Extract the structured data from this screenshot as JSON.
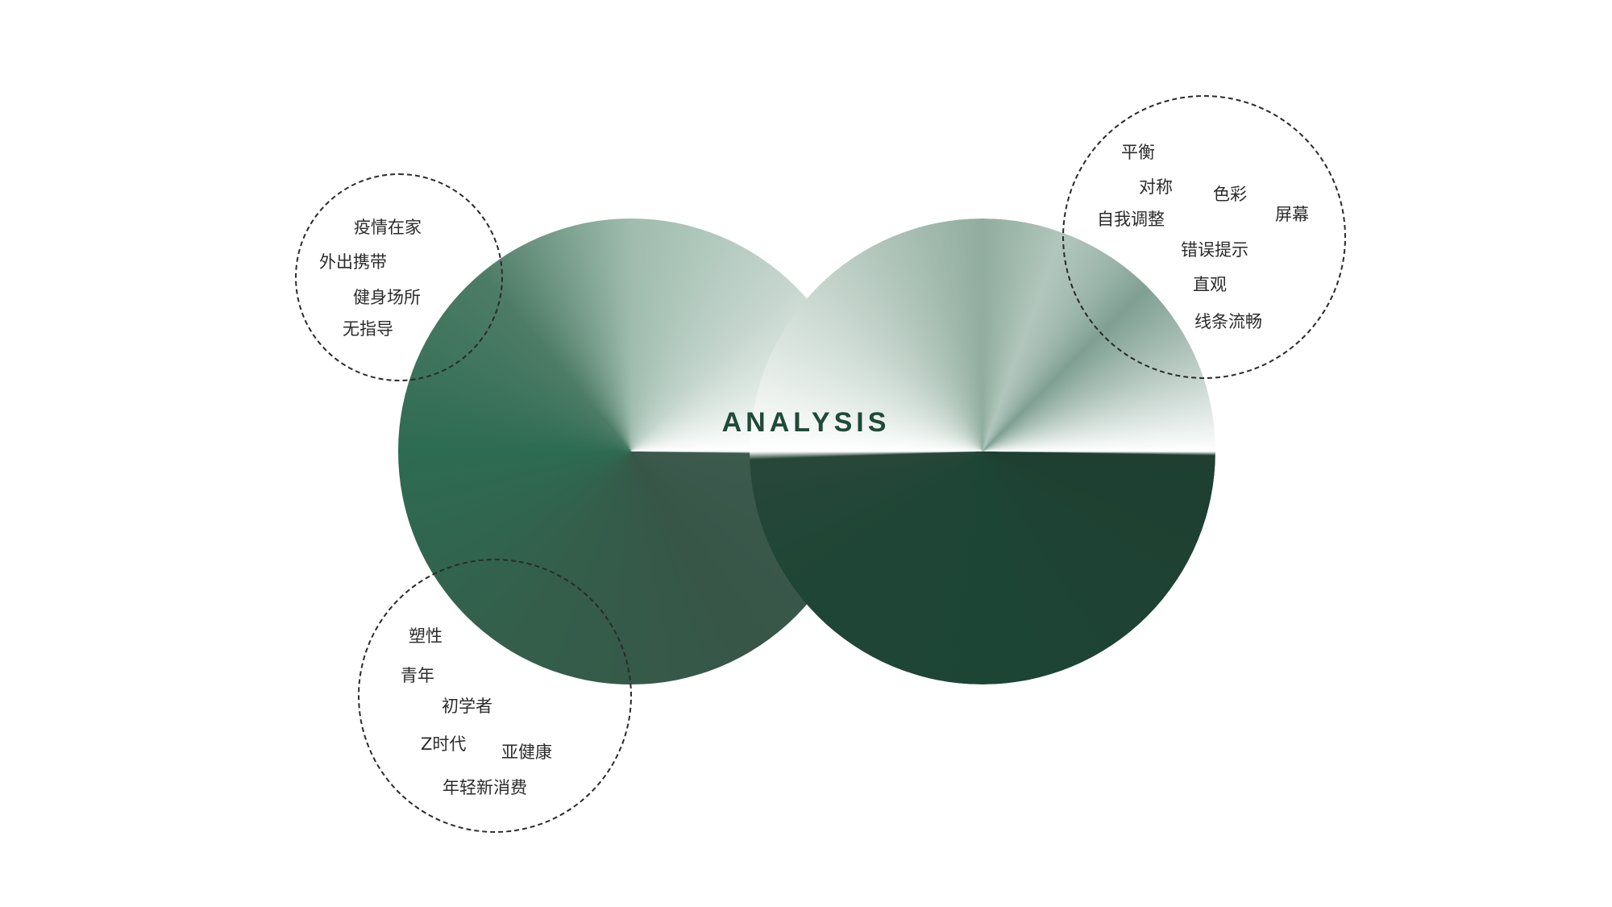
{
  "center_label": "ANALYSIS",
  "colors": {
    "dark_green": "#1e4535",
    "mid_green": "#2e6b53",
    "light_green": "#9fbcae",
    "text": "#2b2b2b",
    "dashed_stroke": "#2a2a2a"
  },
  "groups": {
    "top_left": {
      "keywords": [
        "疫情在家",
        "外出携带",
        "健身场所",
        "无指导"
      ]
    },
    "top_right": {
      "keywords": [
        "平衡",
        "对称",
        "色彩",
        "屏幕",
        "自我调整",
        "错误提示",
        "直观",
        "线条流畅"
      ]
    },
    "bottom_left": {
      "keywords": [
        "塑性",
        "青年",
        "初学者",
        "Z时代",
        "亚健康",
        "年轻新消费"
      ]
    }
  }
}
